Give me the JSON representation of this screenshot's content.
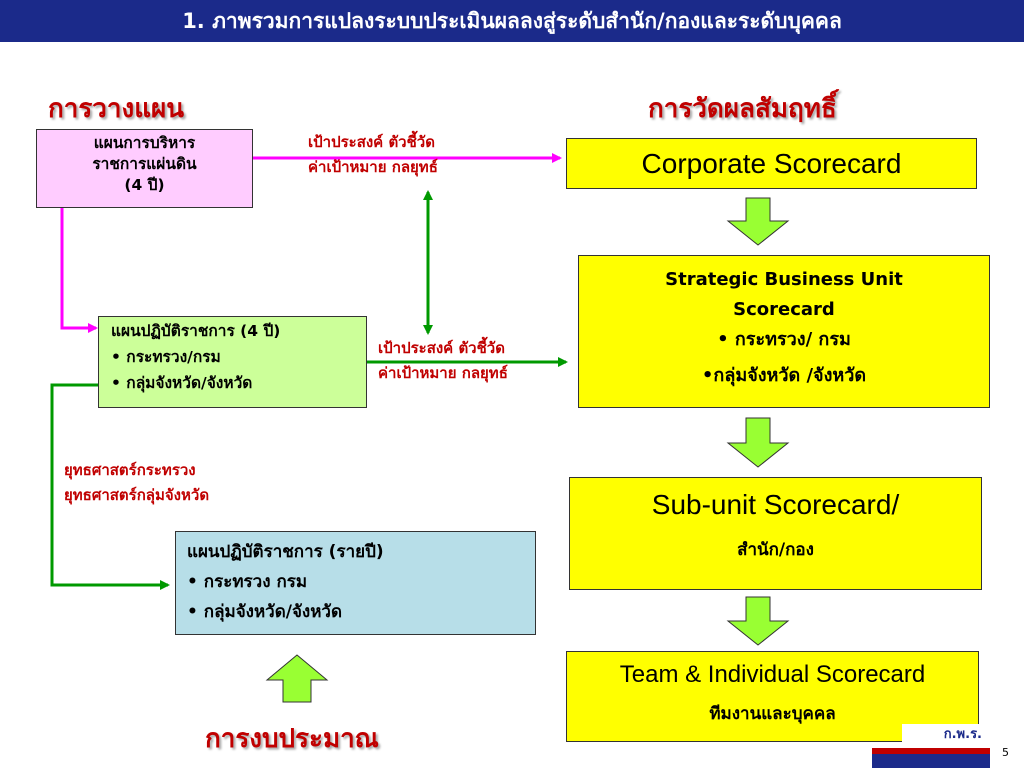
{
  "title": "1. ภาพรวมการแปลงระบบประเมินผลลงสู่ระดับสำนัก/กองและระดับบุคคล",
  "headings": {
    "planning": "การวางแผน",
    "measurement": "การวัดผลสัมฤทธิ์",
    "budget": "การงบประมาณ"
  },
  "left_boxes": {
    "national_plan": [
      "แผนการบริหาร",
      "ราชการแผ่นดิน",
      "(4 ปี)"
    ],
    "four_year_plan": {
      "title": "แผนปฏิบัติราชการ (4 ปี)",
      "items": [
        "• กระทรวง/กรม",
        "• กลุ่มจังหวัด/จังหวัด"
      ]
    },
    "annual_plan": {
      "title": "แผนปฏิบัติราชการ (รายปี)",
      "items": [
        "• กระทรวง กรม",
        "• กลุ่มจังหวัด/จังหวัด"
      ]
    }
  },
  "labels": {
    "top_arrow_line1": "เป้าประสงค์ ตัวชี้วัด",
    "top_arrow_line2": "ค่าเป้าหมาย กลยุทธ์",
    "mid_arrow_line1": "เป้าประสงค์ ตัวชี้วัด",
    "mid_arrow_line2": "ค่าเป้าหมาย กลยุทธ์",
    "strategy_line1": "ยุทธศาสตร์กระทรวง",
    "strategy_line2": "ยุทธศาสตร์กลุ่มจังหวัด"
  },
  "scorecards": {
    "corporate": "Corporate Scorecard",
    "sbu": {
      "line1": "Strategic Business Unit",
      "line2": "Scorecard",
      "line3": "• กระทรวง/ กรม",
      "line4": "•กลุ่มจังหวัด  /จังหวัด"
    },
    "subunit": {
      "line1": "Sub-unit Scorecard/",
      "line2": "สำนัก/กอง"
    },
    "team": {
      "line1": "Team & Individual Scorecard",
      "line2": "ทีมงานและบุคคล"
    }
  },
  "footer": {
    "logo_text": "ก.พ.ร.",
    "page_number": "5"
  },
  "colors": {
    "title_bg": "#1b2a8a",
    "heading_red": "#c00000",
    "magenta_arrow": "#ff00ff",
    "green_arrow": "#009900",
    "block_arrow_fill": "#99ff33",
    "scorecard_fill": "#ffff00"
  }
}
